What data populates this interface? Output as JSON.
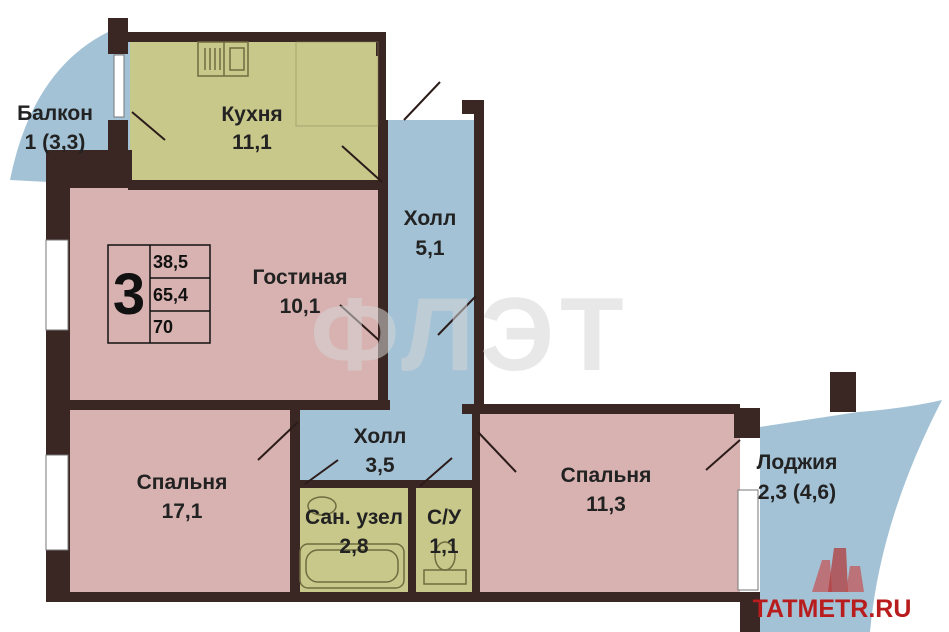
{
  "colors": {
    "wall": "#3a2623",
    "kitchen": "#c9c88b",
    "hall": "#a3c2d6",
    "living": "#d7b2b0",
    "bedroom": "#d7b2b0",
    "bathroom": "#c9c88b",
    "balcony": "#a3c2d6",
    "loggia": "#a3c2d6",
    "door_line": "#2b1c1a",
    "watermark": "#d6d6d6",
    "site_mark": "#b91c1c"
  },
  "rooms": {
    "balcony": {
      "name": "Балкон",
      "area": "1 (3,3)"
    },
    "kitchen": {
      "name": "Кухня",
      "area": "11,1"
    },
    "hall_top": {
      "name": "Холл",
      "area": "5,1"
    },
    "living": {
      "name": "Гостиная",
      "area": "10,1"
    },
    "bedroom_left": {
      "name": "Спальня",
      "area": "17,1"
    },
    "hall_bottom": {
      "name": "Холл",
      "area": "3,5"
    },
    "bathroom": {
      "name": "Сан. узел",
      "area": "2,8"
    },
    "wc": {
      "name": "С/У",
      "area": "1,1"
    },
    "bedroom_right": {
      "name": "Спальня",
      "area": "11,3"
    },
    "loggia": {
      "name": "Лоджия",
      "area": "2,3 (4,6)"
    }
  },
  "info_box": {
    "rooms_count": "3",
    "living_area": "38,5",
    "total_area": "65,4",
    "extra": "70"
  },
  "watermark": "ФЛЭТ",
  "site_mark": "TATMETR.RU",
  "icons": [
    "sink-icon",
    "stove-icon",
    "bathtub-icon",
    "washbasin-icon",
    "toilet-icon",
    "building-logo-icon"
  ]
}
